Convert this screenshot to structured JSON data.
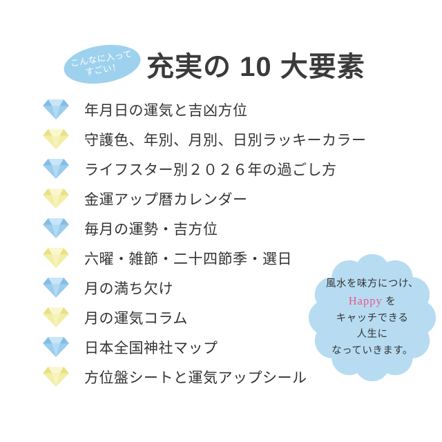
{
  "header": {
    "badge": {
      "line1": "こんなに入って",
      "line2": "すごい！"
    },
    "title": "充実の 10 大要素"
  },
  "list": {
    "items": [
      {
        "color": "blue",
        "label": "年月日の運気と吉凶方位"
      },
      {
        "color": "yellow",
        "label": "守護色、年別、月別、日別ラッキーカラー"
      },
      {
        "color": "blue",
        "label": "ライフスター別２０２６年の過ごし方"
      },
      {
        "color": "yellow",
        "label": "金運アップ暦カレンダー"
      },
      {
        "color": "blue",
        "label": "毎月の運勢・吉方位"
      },
      {
        "color": "yellow",
        "label": "六曜・雑節・二十四節季・選日"
      },
      {
        "color": "blue",
        "label": "月の満ち欠け"
      },
      {
        "color": "yellow",
        "label": "月の運気コラム"
      },
      {
        "color": "blue",
        "label": "日本全国神社マップ"
      },
      {
        "color": "yellow",
        "label": "方位盤シートと運気アップシール"
      }
    ]
  },
  "footer_badge": {
    "lines": [
      {
        "segments": [
          {
            "text": "風水を味方につけ、"
          }
        ]
      },
      {
        "segments": [
          {
            "text": "Happy",
            "style": "happy"
          },
          {
            "text": " を"
          }
        ]
      },
      {
        "segments": [
          {
            "text": "キャッチできる"
          }
        ]
      },
      {
        "segments": [
          {
            "text": "人生に"
          }
        ]
      },
      {
        "segments": [
          {
            "text": "なっていきます。"
          }
        ]
      }
    ]
  },
  "colors": {
    "badge_blue": "#9ed1ee",
    "flower_blue": "#b7dcf2",
    "happy_pink": "#e8578a",
    "text_dark": "#333333",
    "title_dark": "#3a3a3a"
  },
  "diamond": {
    "blue": {
      "base": "#9ccdee",
      "light": "#c9e5f8",
      "dark": "#82bde6"
    },
    "yellow": {
      "base": "#f3eea6",
      "light": "#faf7d0",
      "dark": "#e8e184"
    }
  }
}
